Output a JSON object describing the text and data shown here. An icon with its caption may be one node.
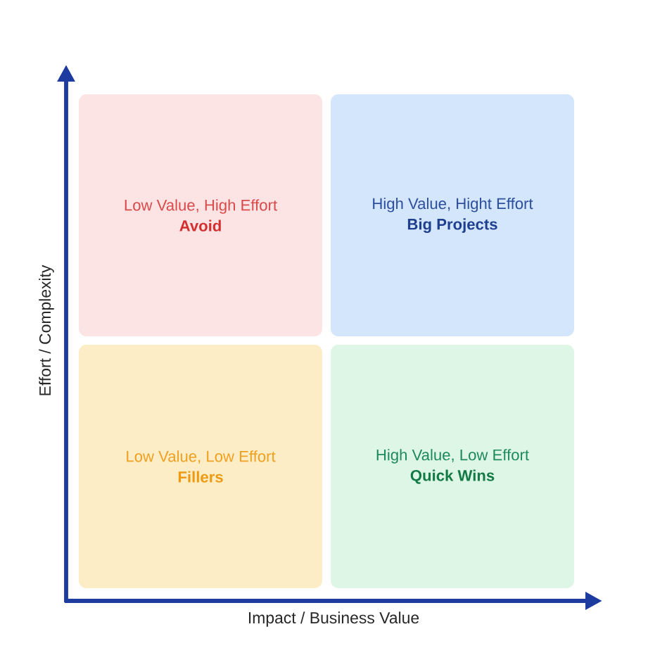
{
  "diagram": {
    "nodes": [
      {
        "text": [
          "Low Value, High Effort",
          "Avoid"
        ]
      },
      {
        "text": [
          "High Value, Hight Effort",
          "Big Projects"
        ]
      },
      {
        "text": [
          "Low Value, Low Effort",
          "Fillers"
        ]
      },
      {
        "text": [
          "High Value, Low Effort",
          "Quick Wins"
        ]
      }
    ],
    "labels": [
      "Effort / Complexity",
      "Impact / Business Value"
    ]
  }
}
